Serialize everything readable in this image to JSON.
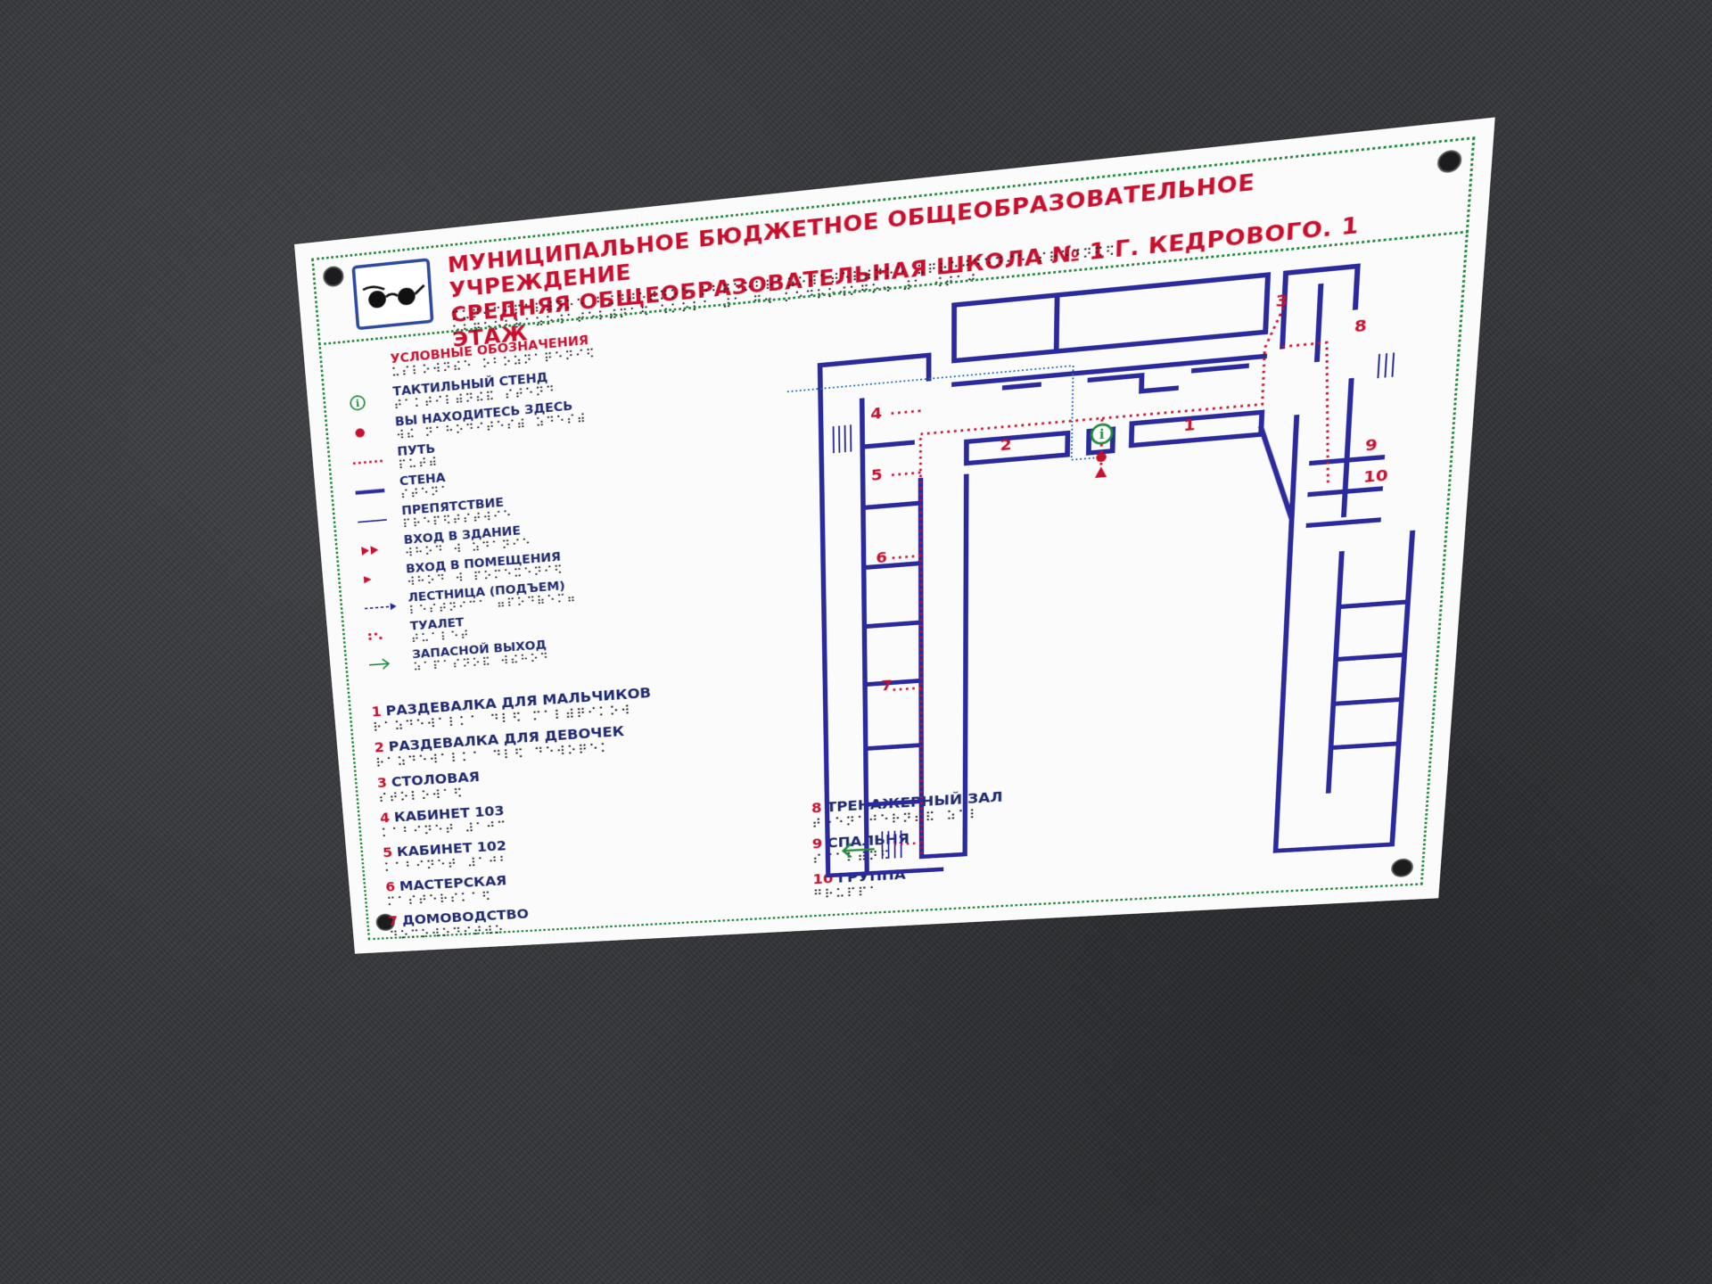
{
  "header": {
    "line1": "МУНИЦИПАЛЬНОЕ БЮДЖЕТНОЕ ОБЩЕОБРАЗОВАТЕЛЬНОЕ УЧРЕЖДЕНИЕ",
    "line2": "СРЕДНЯЯ ОБЩЕОБРАЗОВАТЕЛЬНАЯ ШКОЛА № 1 Г. КЕДРОВОГО. 1 ЭТАЖ",
    "braille1": "⠍⠥⠝⠊⠉⠊⠏⠁⠇⠾⠝⠕⠑ ⠃⠬⠙⠚⠑⠞⠝⠕⠑ ⠕⠃⠟⠑⠕⠃⠗⠁⠵⠕⠺⠁⠞⠑⠇⠾⠝⠕⠑ ⠥⠟⠗⠑⠚⠙⠑⠝⠊⠑ ⠎⠗⠑⠙⠝⠫⠫",
    "braille2": "⠕⠃⠟⠑⠕⠃⠗⠁⠵⠕⠺⠁⠞⠑⠇⠾⠝⠁⠫ ⠱⠅⠕⠇⠁ ⠼⠁ ⠛⠲ ⠅⠑⠙⠗⠕⠺⠕⠛⠕⠲ ⠼⠁ ⠪⠞⠁⠚"
  },
  "legend": {
    "heading": "УСЛОВНЫЕ ОБОЗНАЧЕНИЯ",
    "heading_braille": "⠥⠎⠇⠕⠺⠝⠮⠑ ⠕⠃⠕⠵⠝⠁⠟⠑⠝⠊⠫",
    "items": [
      {
        "label": "ТАКТИЛЬНЫЙ СТЕНД",
        "braille": "⠞⠁⠅⠞⠊⠇⠾⠝⠮⠯ ⠎⠞⠑⠝⠙",
        "icon": "info-icon"
      },
      {
        "label": "ВЫ НАХОДИТЕСЬ ЗДЕСЬ",
        "braille": "⠺⠮ ⠝⠁⠓⠕⠙⠊⠞⠑⠎⠾ ⠵⠙⠑⠎⠾",
        "icon": "you-are-here-icon"
      },
      {
        "label": "ПУТЬ",
        "braille": "⠏⠥⠞⠾",
        "icon": "path-icon"
      },
      {
        "label": "СТЕНА",
        "braille": "⠎⠞⠑⠝⠁",
        "icon": "wall-icon"
      },
      {
        "label": "ПРЕПЯТСТВИЕ",
        "braille": "⠏⠗⠑⠏⠫⠞⠎⠞⠺⠊⠑",
        "icon": "obstacle-icon"
      },
      {
        "label": "ВХОД В ЗДАНИЕ",
        "braille": "⠺⠓⠕⠙ ⠺ ⠵⠙⠁⠝⠊⠑",
        "icon": "building-entrance-icon"
      },
      {
        "label": "ВХОД В ПОМЕЩЕНИЯ",
        "braille": "⠺⠓⠕⠙ ⠺ ⠏⠕⠍⠑⠭⠑⠝⠊⠫",
        "icon": "room-entrance-icon"
      },
      {
        "label": "ЛЕСТНИЦА (ПОДЪЕМ)",
        "braille": "⠇⠑⠎⠞⠝⠊⠉⠁ ⠶⠏⠕⠙⠷⠑⠍⠶",
        "icon": "stairs-icon"
      },
      {
        "label": "ТУАЛЕТ",
        "braille": "⠞⠥⠁⠇⠑⠞",
        "icon": "toilet-icon"
      },
      {
        "label": "ЗАПАСНОЙ ВЫХОД",
        "braille": "⠵⠁⠏⠁⠎⠝⠕⠯ ⠺⠮⠓⠕⠙",
        "icon": "emergency-exit-icon"
      }
    ]
  },
  "rooms": [
    {
      "num": "1",
      "name": "РАЗДЕВАЛКА ДЛЯ МАЛЬЧИКОВ",
      "braille": "⠗⠁⠵⠙⠑⠺⠁⠇⠅⠁ ⠙⠇⠫ ⠍⠁⠇⠾⠟⠊⠅⠕⠺"
    },
    {
      "num": "2",
      "name": "РАЗДЕВАЛКА ДЛЯ ДЕВОЧЕК",
      "braille": "⠗⠁⠵⠙⠑⠺⠁⠇⠅⠁ ⠙⠇⠫ ⠙⠑⠺⠕⠟⠑⠅"
    },
    {
      "num": "3",
      "name": "СТОЛОВАЯ",
      "braille": "⠎⠞⠕⠇⠕⠺⠁⠫"
    },
    {
      "num": "4",
      "name": "КАБИНЕТ 103",
      "braille": "⠅⠁⠃⠊⠝⠑⠞ ⠼⠁⠚⠉"
    },
    {
      "num": "5",
      "name": "КАБИНЕТ 102",
      "braille": "⠅⠁⠃⠊⠝⠑⠞ ⠼⠁⠚⠃"
    },
    {
      "num": "6",
      "name": "МАСТЕРСКАЯ",
      "braille": "⠍⠁⠎⠞⠑⠗⠎⠅⠁⠫"
    },
    {
      "num": "7",
      "name": "ДОМОВОДСТВО",
      "braille": "⠙⠕⠍⠕⠺⠕⠙⠎⠞⠺⠕"
    }
  ],
  "rooms2": [
    {
      "num": "8",
      "name": "ТРЕНАЖЕРНЫЙ ЗАЛ",
      "braille": "⠞⠗⠑⠝⠁⠚⠑⠗⠝⠮⠯ ⠵⠁⠇"
    },
    {
      "num": "9",
      "name": "СПАЛЬНЯ",
      "braille": "⠎⠏⠁⠇⠾⠝⠫"
    },
    {
      "num": "10",
      "name": "ГРУППА",
      "braille": "⠛⠗⠥⠏⠏⠁"
    }
  ],
  "plan": {
    "labels": [
      "1",
      "2",
      "3",
      "4",
      "5",
      "6",
      "7",
      "8",
      "9",
      "10"
    ],
    "info_mark": "i"
  },
  "colors": {
    "wall": "#2a2a9c",
    "path": "#c8102e",
    "frame": "#1e8a3a"
  }
}
